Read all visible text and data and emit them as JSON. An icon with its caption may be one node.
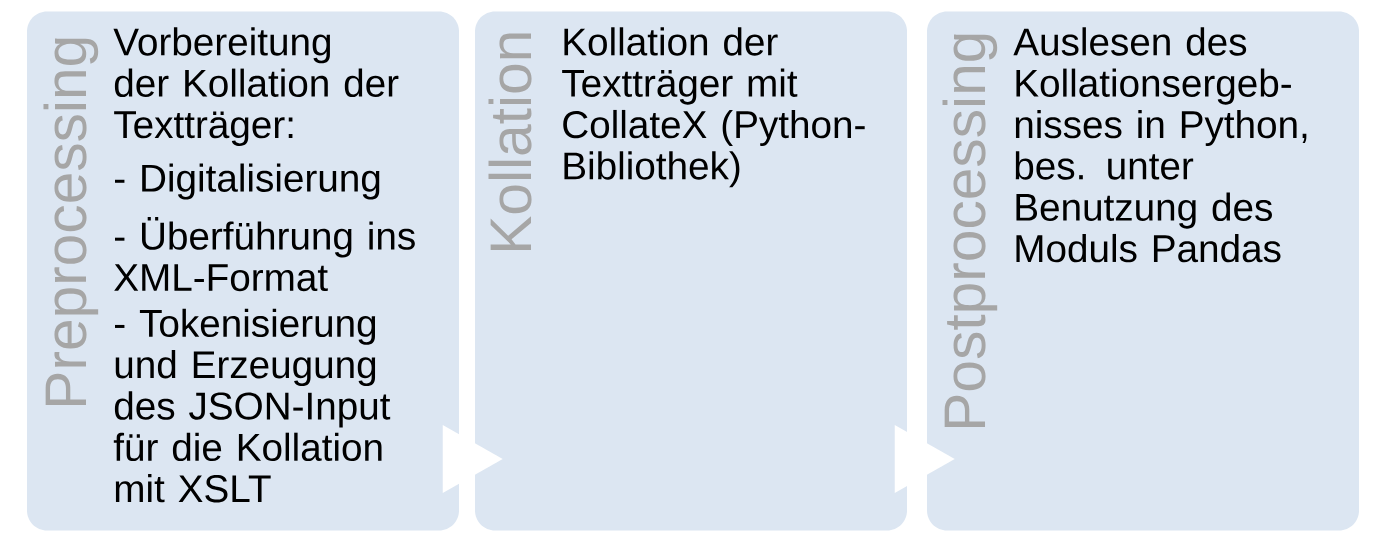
{
  "diagram": {
    "nodes": [
      {
        "text": [
          "Preprocessing",
          "Vorbereitung der Kollation der Textträger:",
          "- Digitalisierung",
          "- Überführung ins XML-Format",
          "- Tokenisierung und Erzeugung des JSON-Input für die Kollation mit XSLT"
        ]
      },
      {
        "text": [
          "Kollation",
          "Kollation der Textträger mit CollateX (Python-Bibliothek)"
        ]
      },
      {
        "text": [
          "Postprocessing",
          "Auslesen des Kollationsergeb-nisses in Python, bes. unter Benutzung des Moduls Pandas"
        ]
      }
    ],
    "edges": [
      {
        "from": 0,
        "to": 1,
        "arrow": "to"
      },
      {
        "from": 1,
        "to": 2,
        "arrow": "to"
      }
    ]
  }
}
